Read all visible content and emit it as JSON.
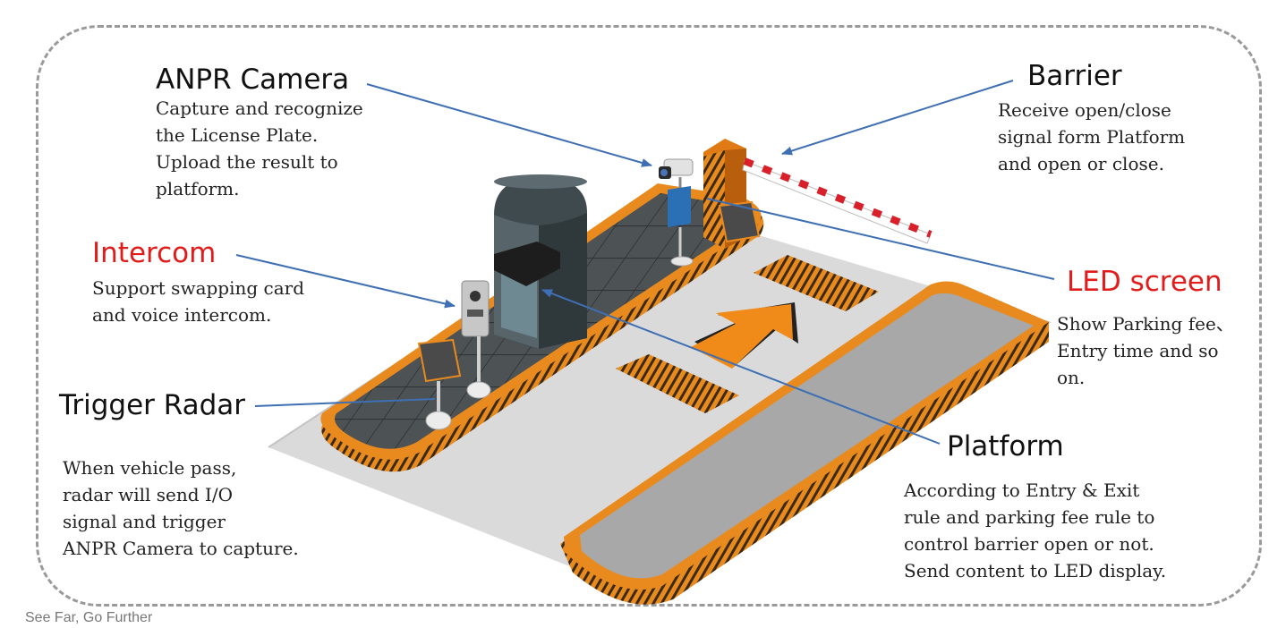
{
  "labels": {
    "anpr_camera": {
      "title": "ANPR Camera",
      "desc": "Capture and recognize\nthe License Plate.\nUpload the result to\nplatform."
    },
    "barrier": {
      "title": "Barrier",
      "desc": "Receive open/close\nsignal form Platform\nand open or close."
    },
    "intercom": {
      "title": "Intercom",
      "desc": "Support swapping card\nand voice intercom."
    },
    "led_screen": {
      "title": "LED screen",
      "desc": "Show Parking fee、\nEntry time and so\non."
    },
    "trigger_radar": {
      "title": "Trigger Radar",
      "desc": "When vehicle pass,\nradar will send I/O\nsignal and trigger\nANPR Camera to capture."
    },
    "platform": {
      "title": "Platform",
      "desc": "According to Entry & Exit\nrule and parking fee rule to\ncontrol barrier open or not.\nSend content to LED display."
    }
  },
  "footer": "See Far, Go Further",
  "colors": {
    "highlight_title": "#e21b1b",
    "arrow_line": "#3f6fb3",
    "island_orange": "#e88a1e",
    "tile_dark": "#4d5355",
    "road": "#d8d8d8",
    "barrier_stripe": "#d9202a"
  },
  "icons": [
    "anpr-camera-icon",
    "barrier-gate-icon",
    "led-screen-icon",
    "intercom-icon",
    "radar-icon",
    "booth-icon",
    "direction-arrow-icon"
  ]
}
